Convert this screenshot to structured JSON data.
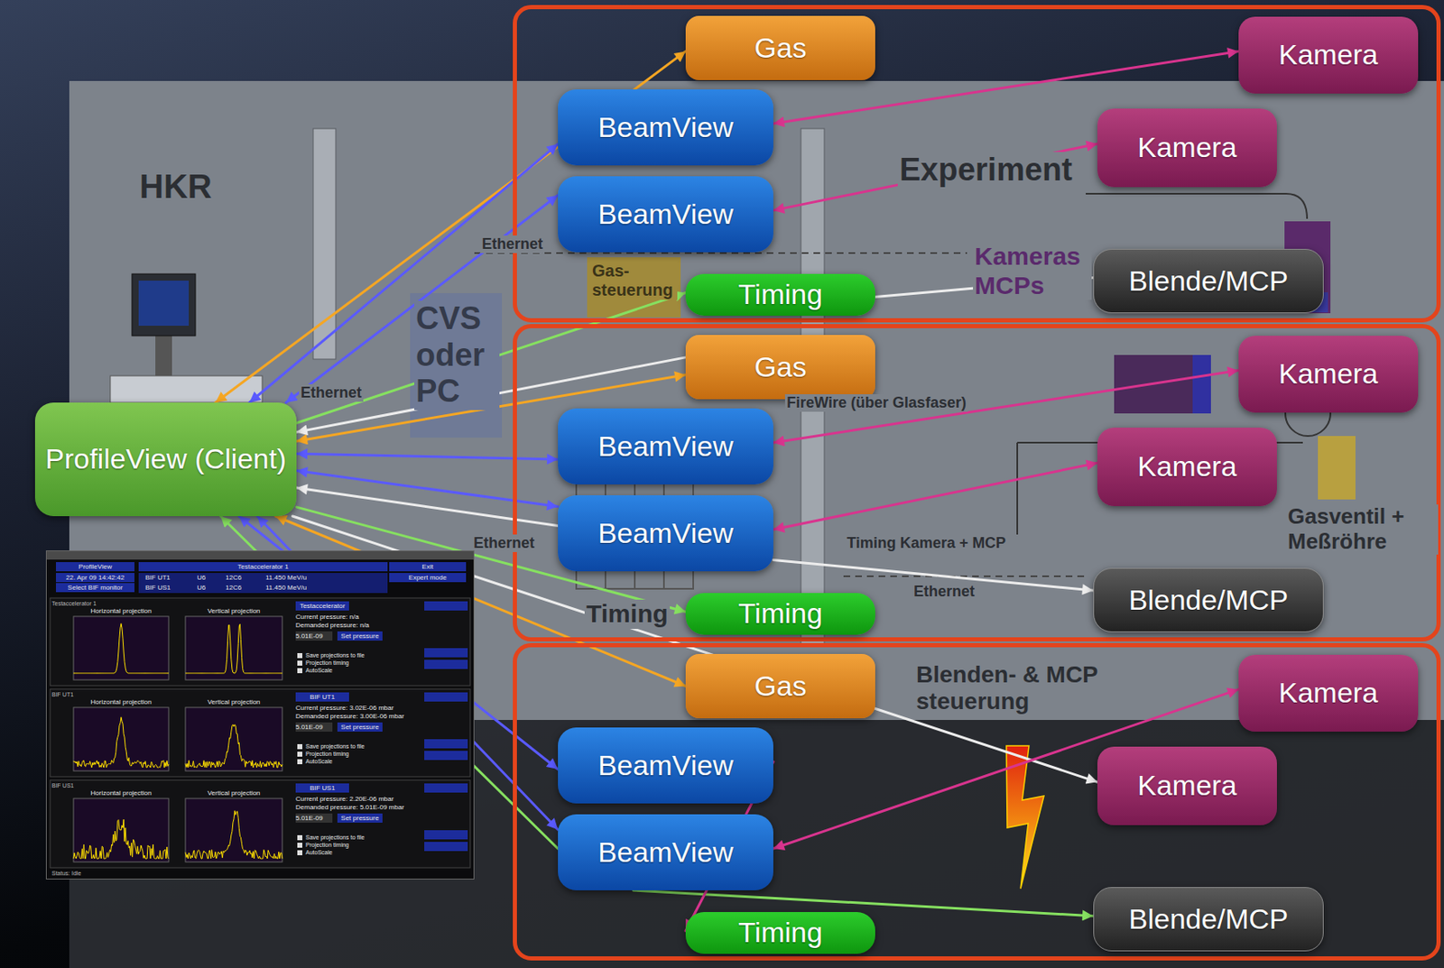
{
  "diagram": {
    "nodes": [
      {
        "text": [
          "ProfileView (Client)"
        ]
      },
      {
        "text": []
      },
      {
        "text": [
          "Gas"
        ],
        "in": 1
      },
      {
        "text": [
          "BeamView"
        ],
        "in": 1
      },
      {
        "text": [
          "BeamView"
        ],
        "in": 1
      },
      {
        "text": [
          "Timing"
        ],
        "in": 1
      },
      {
        "text": [
          "Kamera"
        ],
        "in": 1
      },
      {
        "text": [
          "Kamera"
        ],
        "in": 1
      },
      {
        "text": [
          "Blende/MCP"
        ],
        "in": 1
      },
      {
        "text": []
      },
      {
        "text": [
          "Gas"
        ],
        "in": 9
      },
      {
        "text": [
          "BeamView"
        ],
        "in": 9
      },
      {
        "text": [
          "BeamView"
        ],
        "in": 9
      },
      {
        "text": [
          "Timing"
        ],
        "in": 9
      },
      {
        "text": [
          "Kamera"
        ],
        "in": 9
      },
      {
        "text": [
          "Kamera"
        ],
        "in": 9
      },
      {
        "text": [
          "Blende/MCP"
        ],
        "in": 9
      },
      {
        "text": []
      },
      {
        "text": [
          "Gas"
        ],
        "in": 17
      },
      {
        "text": [
          "BeamView"
        ],
        "in": 17
      },
      {
        "text": [
          "BeamView"
        ],
        "in": 17
      },
      {
        "text": [
          "Timing"
        ],
        "in": 17
      },
      {
        "text": [
          "Kamera"
        ],
        "in": 17
      },
      {
        "text": [
          "Kamera"
        ],
        "in": 17
      },
      {
        "text": [
          "Blende/MCP"
        ],
        "in": 17
      }
    ],
    "edges": [
      {
        "from": 0,
        "to": 2,
        "arrow": "both"
      },
      {
        "from": 0,
        "to": 3,
        "arrow": "both"
      },
      {
        "from": 0,
        "to": 4,
        "arrow": "both"
      },
      {
        "from": 3,
        "to": 6,
        "arrow": "both"
      },
      {
        "from": 4,
        "to": 7,
        "arrow": "both"
      },
      {
        "from": 0,
        "to": 5,
        "arrow": "to"
      },
      {
        "from": 5,
        "to": 8,
        "arrow": "to"
      },
      {
        "from": 0,
        "to": 10,
        "arrow": "both"
      },
      {
        "from": 10,
        "to": 0,
        "arrow": "to"
      },
      {
        "from": 0,
        "to": 11,
        "arrow": "both"
      },
      {
        "from": 0,
        "to": 12,
        "arrow": "both"
      },
      {
        "from": 12,
        "to": 0,
        "arrow": "to"
      },
      {
        "from": 0,
        "to": 13,
        "arrow": "to"
      },
      {
        "from": 11,
        "to": 14,
        "arrow": "both"
      },
      {
        "from": 12,
        "to": 15,
        "arrow": "both"
      },
      {
        "from": 12,
        "to": 16,
        "arrow": "to"
      },
      {
        "from": 0,
        "to": 18,
        "arrow": "both"
      },
      {
        "from": 0,
        "to": 19,
        "arrow": "both"
      },
      {
        "from": 0,
        "to": 20,
        "arrow": "both"
      },
      {
        "from": 20,
        "to": 0,
        "arrow": "to"
      },
      {
        "from": 20,
        "to": 24,
        "arrow": "to"
      },
      {
        "from": 0,
        "to": 23,
        "arrow": "to"
      },
      {
        "from": 19,
        "to": 21,
        "arrow": "both"
      },
      {
        "from": 20,
        "to": 22,
        "arrow": "both"
      }
    ],
    "labels": [
      "HKR",
      "Experiment",
      "Ethernet",
      "Gas- steuerung",
      "CVS oder PC",
      "Ethernet",
      "FireWire (über Glasfaser)",
      "Kameras MCPs",
      "Ethernet",
      "Timing Kamera + MCP",
      "Gasventil + Meßröhre",
      "Ethernet",
      "Timing",
      "Blenden- & MCP steuerung",
      "ProfileView",
      "Testaccelerator 1",
      "Exit",
      "22. Apr 09 14:42:42",
      "BIF UT1",
      "U6",
      "12C6",
      "11.450 MeV/u",
      "Expert mode",
      "Select BIF monitor",
      "BIF US1",
      "U6",
      "12C6",
      "11.450 MeV/u",
      "Testaccelerator 1",
      "Horizontal projection",
      "Vertical projection",
      "Testaccelerator",
      "Current pressure: n/a",
      "Demanded pressure: n/a",
      "5.01E-09",
      "Set pressure",
      "Save projections to file",
      "Projection timing",
      "AutoScale",
      "BIF UT1",
      "Horizontal projection",
      "Vertical projection",
      "BIF UT1",
      "Current pressure: 3.02E-06 mbar",
      "Demanded pressure: 3.00E-06 mbar",
      "5.01E-09",
      "Set pressure",
      "Save projections to file",
      "Projection timing",
      "AutoScale",
      "BIF US1",
      "Horizontal projection",
      "Vertical projection",
      "BIF US1",
      "Current pressure: 2.20E-06 mbar",
      "Demanded pressure: 5.01E-09 mbar",
      "5.01E-09",
      "Set pressure",
      "Save projections to file",
      "Projection timing",
      "AutoScale",
      "Status: Idle"
    ]
  }
}
